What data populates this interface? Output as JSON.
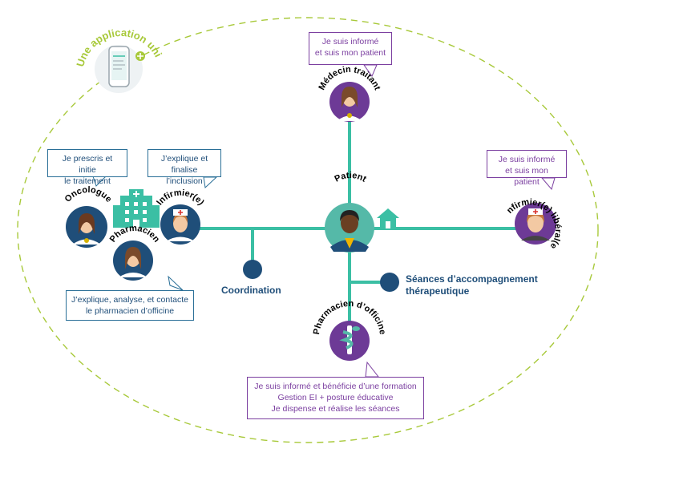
{
  "app_banner": "Une application unique",
  "roles": {
    "medecin": "Médecin traitant",
    "patient": "Patient",
    "infirmier_liberal": "Infirmier(e) libéral(e)",
    "oncologue": "Oncologue",
    "infirmier": "Infirmier(e)",
    "pharmacien": "Pharmacien",
    "pharmacien_officine": "Pharmacien d’officine"
  },
  "bubbles": {
    "medecin": [
      "Je suis informé",
      "et suis mon patient"
    ],
    "infirmier_liberal": [
      "Je suis informé",
      "et suis mon patient"
    ],
    "oncologue": [
      "Je prescris et initie",
      "le traitement"
    ],
    "infirmier": [
      "J’explique et",
      "finalise l’inclusion"
    ],
    "pharmacien": [
      "J’explique, analyse, et contacte",
      "le pharmacien d’officine"
    ],
    "pharmacien_officine": [
      "Je suis informé et bénéficie d’une formation",
      "Gestion EI + posture éducative",
      "Je dispense et réalise les séances"
    ]
  },
  "labels": {
    "coordination": "Coordination",
    "seances_line1": "Séances d’accompagnement",
    "seances_line2": "thérapeutique"
  },
  "colors": {
    "teal": "#3bbfa4",
    "navy": "#1f4e79",
    "purple": "#7b3fa0",
    "lime": "#a8c93a",
    "avatar_navy": "#1f4e79",
    "avatar_purple": "#6d3a96",
    "avatar_teal": "#55b9a8"
  },
  "icons": [
    "smartphone-icon",
    "hospital-icon",
    "house-icon",
    "caduceus-icon"
  ]
}
